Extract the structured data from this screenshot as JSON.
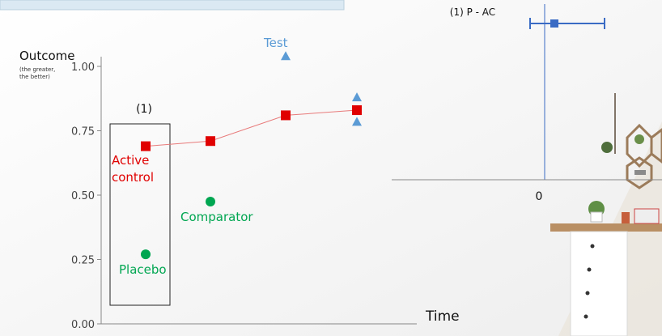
{
  "colors": {
    "active_control": "#e00000",
    "comparator": "#00a651",
    "test": "#5b9bd5",
    "ci": "#3a6bc4",
    "axis": "#888888"
  },
  "chart_data": [
    {
      "type": "scatter",
      "title": "",
      "ylabel": "Outcome",
      "ylabel_note": [
        "(the greater,",
        "the better)"
      ],
      "xlabel": "Time",
      "ylim": [
        0,
        1.05
      ],
      "yticks": [
        "0.00",
        "0.25",
        "0.50",
        "0.75",
        "1.00"
      ],
      "box_label": "(1)",
      "series": [
        {
          "name": "Active control",
          "label_lines": [
            "Active",
            "control"
          ],
          "marker": "square",
          "line": true,
          "points": [
            [
              1,
              0.69
            ],
            [
              2,
              0.71
            ],
            [
              3,
              0.81
            ],
            [
              4,
              0.83
            ]
          ]
        },
        {
          "name": "Placebo",
          "marker": "circle",
          "points": [
            [
              1,
              0.27
            ]
          ]
        },
        {
          "name": "Comparator",
          "marker": "circle",
          "points": [
            [
              2,
              0.475
            ]
          ]
        },
        {
          "name": "Test",
          "marker": "triangle",
          "points": [
            [
              3,
              1.04
            ],
            [
              4,
              0.88
            ],
            [
              4,
              0.785
            ]
          ]
        }
      ]
    },
    {
      "type": "forest",
      "label": "(1) P - AC",
      "zero_label": "0",
      "estimate": 0.6,
      "ci": [
        -0.9,
        3.7
      ]
    }
  ]
}
